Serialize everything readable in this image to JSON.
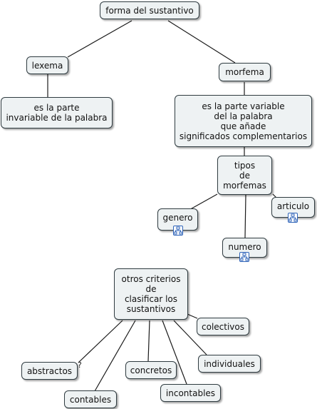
{
  "concept_map": {
    "root": "forma del sustantivo",
    "lexema": "lexema",
    "lexema_desc": "es la parte\ninvariable de la palabra",
    "morfema": "morfema",
    "morfema_desc": "es la parte variable\ndel la palabra\nque añade\nsignificados complementarios",
    "tipos": "tipos\nde\nmorfemas",
    "genero": "genero",
    "articulo": "articulo",
    "numero": "numero",
    "otros": "otros criterios\nde\nclasificar los\nsustantivos",
    "colectivos": "colectivos",
    "individuales": "individuales",
    "abstractos": "abstractos",
    "concretos": "concretos",
    "contables": "contables",
    "incontables": "incontables",
    "question_mark": "?"
  },
  "icons": {
    "submap": "submap-icon"
  },
  "colors": {
    "node_fill": "#eef2f3",
    "node_border": "#2f3b40",
    "link": "#1a1a1a",
    "icon": "#2e63b8"
  }
}
